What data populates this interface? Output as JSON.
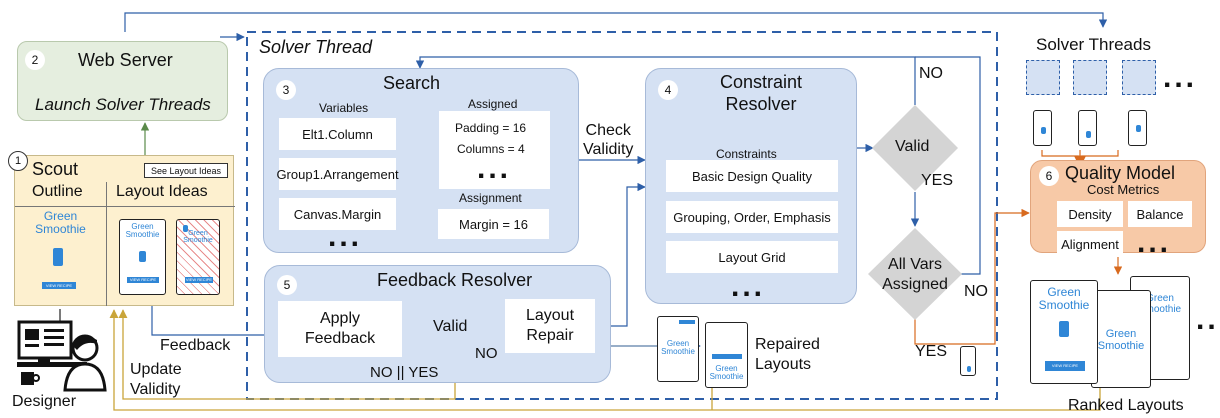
{
  "web_server": {
    "title": "Web Server",
    "subtitle": "Launch Solver Threads",
    "num": "2"
  },
  "solver_thread": {
    "title": "Solver Thread"
  },
  "search": {
    "title": "Search",
    "num": "3",
    "variables_header": "Variables",
    "variables": [
      "Elt1.Column",
      "Group1.Arrangement",
      "Canvas.Margin"
    ],
    "assigned_header": "Assigned",
    "assigned_lines": [
      "Padding = 16",
      "Columns = 4"
    ],
    "assignment_header": "Assignment",
    "assignment_value": "Margin = 16"
  },
  "constraint_resolver": {
    "title_line1": "Constraint",
    "title_line2": "Resolver",
    "num": "4",
    "constraints_header": "Constraints",
    "constraints": [
      "Basic Design Quality",
      "Grouping, Order, Emphasis",
      "Layout Grid"
    ]
  },
  "feedback_resolver": {
    "title": "Feedback Resolver",
    "num": "5",
    "apply_line1": "Apply",
    "apply_line2": "Feedback",
    "valid": "Valid",
    "repair_line1": "Layout",
    "repair_line2": "Repair",
    "no_label": "NO",
    "no_or_yes": "NO || YES"
  },
  "decisions": {
    "valid": "Valid",
    "no_top": "NO",
    "yes_mid": "YES",
    "all_vars_line1": "All Vars",
    "all_vars_line2": "Assigned",
    "no_right": "NO",
    "yes_bottom": "YES"
  },
  "check_validity": {
    "line1": "Check",
    "line2": "Validity"
  },
  "solver_threads": {
    "title": "Solver Threads"
  },
  "quality_model": {
    "title": "Quality Model",
    "num": "6",
    "subtitle": "Cost Metrics",
    "metrics": [
      "Density",
      "Balance",
      "Alignment"
    ]
  },
  "scout": {
    "num": "1",
    "title": "Scout",
    "see_button": "See Layout Ideas",
    "outline_header": "Outline",
    "layout_ideas_header": "Layout Ideas",
    "card_title_1": "Green",
    "card_title_2": "Smoothie",
    "button": "VIEW RECIPE"
  },
  "labels": {
    "feedback": "Feedback",
    "update_line1": "Update",
    "update_line2": "Validity",
    "designer": "Designer",
    "repaired_line1": "Repaired",
    "repaired_line2": "Layouts",
    "ranked_layouts": "Ranked Layouts"
  },
  "phone": {
    "title_1": "Green",
    "title_2": "Smoothie",
    "button": "VIEW RECIPE"
  },
  "ellipsis": "...",
  "colors": {
    "blue_box": "#d5e1f3",
    "green_box": "#e5eedf",
    "orange_box": "#f7c9a7",
    "yellow_panel": "#fdf0cf",
    "dashed_border": "#2e5fa8",
    "arrow_blue": "#2e5fa8",
    "arrow_orange": "#d86a1e",
    "arrow_yellow": "#c9a53a",
    "gray_diamond": "#d4d4d4",
    "accent": "#2f86d6"
  }
}
